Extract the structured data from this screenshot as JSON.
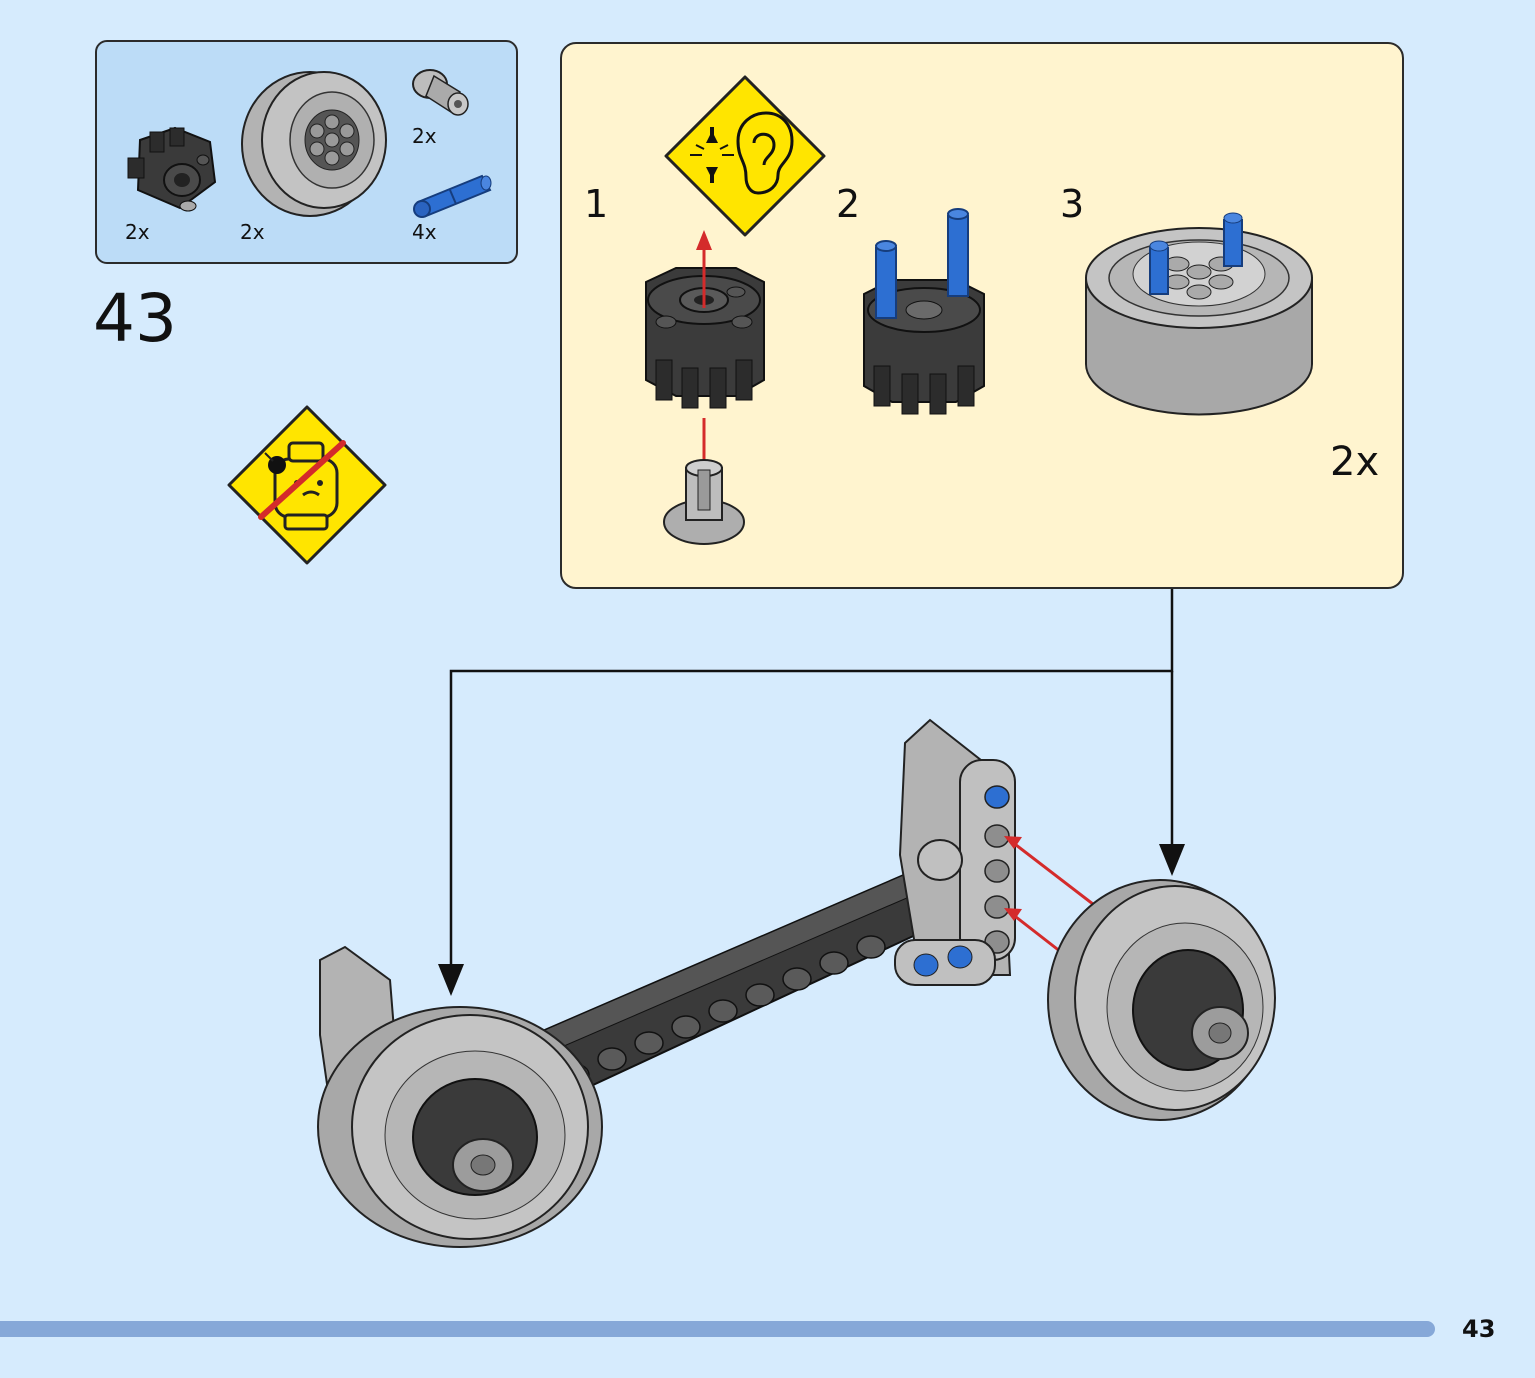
{
  "parts_list": {
    "items": [
      {
        "icon": "hub-connector-icon",
        "qty": "2x"
      },
      {
        "icon": "wheel-rim-icon",
        "qty": "2x"
      },
      {
        "icon": "bush-pin-icon",
        "qty": "2x"
      },
      {
        "icon": "blue-pin-icon",
        "qty": "4x"
      }
    ]
  },
  "step": {
    "number": "43"
  },
  "warnings": [
    {
      "icon": "press-and-listen-icon"
    },
    {
      "icon": "small-parts-choking-warning-icon"
    }
  ],
  "sub_assembly": {
    "steps": [
      {
        "number": "1",
        "icon": "hub-with-bush-pin-icon"
      },
      {
        "number": "2",
        "icon": "hub-with-blue-pins-icon"
      },
      {
        "number": "3",
        "icon": "wheel-with-hub-icon"
      }
    ],
    "multiplier": "2x"
  },
  "main_model": {
    "icon": "axle-with-wheels-icon"
  },
  "colors": {
    "background": "#d6ebfd",
    "parts_box": "#bcdcf7",
    "sub_box": "#fff4cf",
    "progress": "#86a8d8",
    "warning_yellow": "#ffe500",
    "arrow_red": "#d42b2b"
  },
  "footer": {
    "page_number": "43"
  }
}
